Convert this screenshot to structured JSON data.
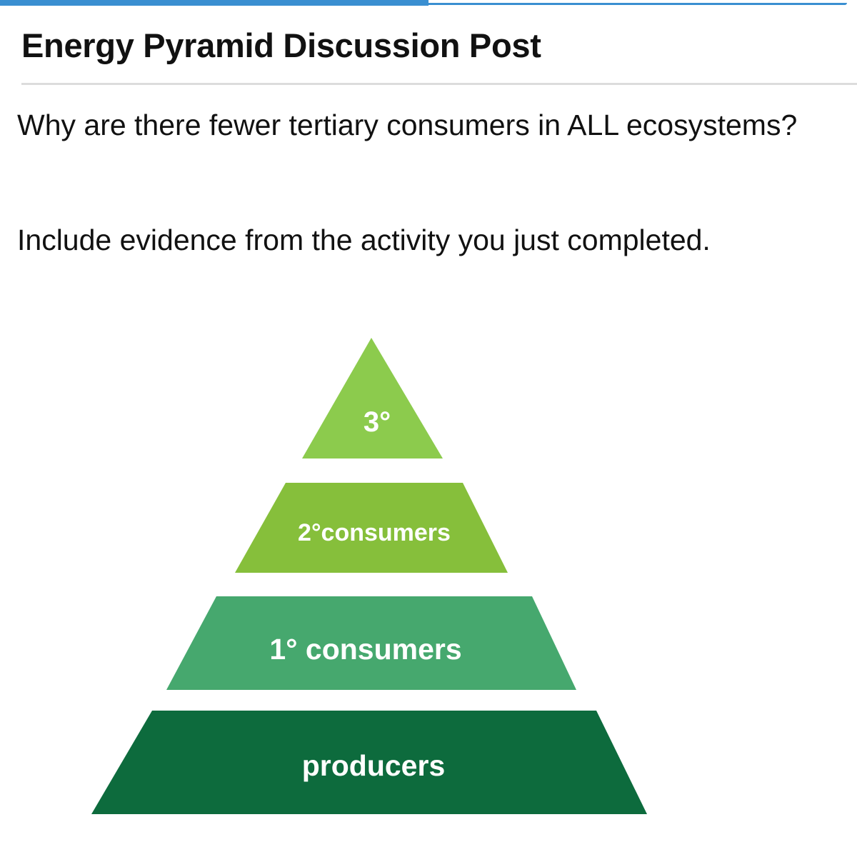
{
  "header": {
    "progress_percent": 50,
    "title": "Energy Pyramid Discussion Post"
  },
  "prompt": {
    "question": "Why are there fewer tertiary consumers in ALL ecosystems?",
    "instruction": "Include evidence from the activity you just completed."
  },
  "pyramid": {
    "levels": [
      {
        "label": "3°",
        "color": "#8ccb4d"
      },
      {
        "label": "2°consumers",
        "color": "#86bf3b"
      },
      {
        "label": "1° consumers",
        "color": "#46a86e"
      },
      {
        "label": "producers",
        "color": "#0d6b3d"
      }
    ]
  }
}
